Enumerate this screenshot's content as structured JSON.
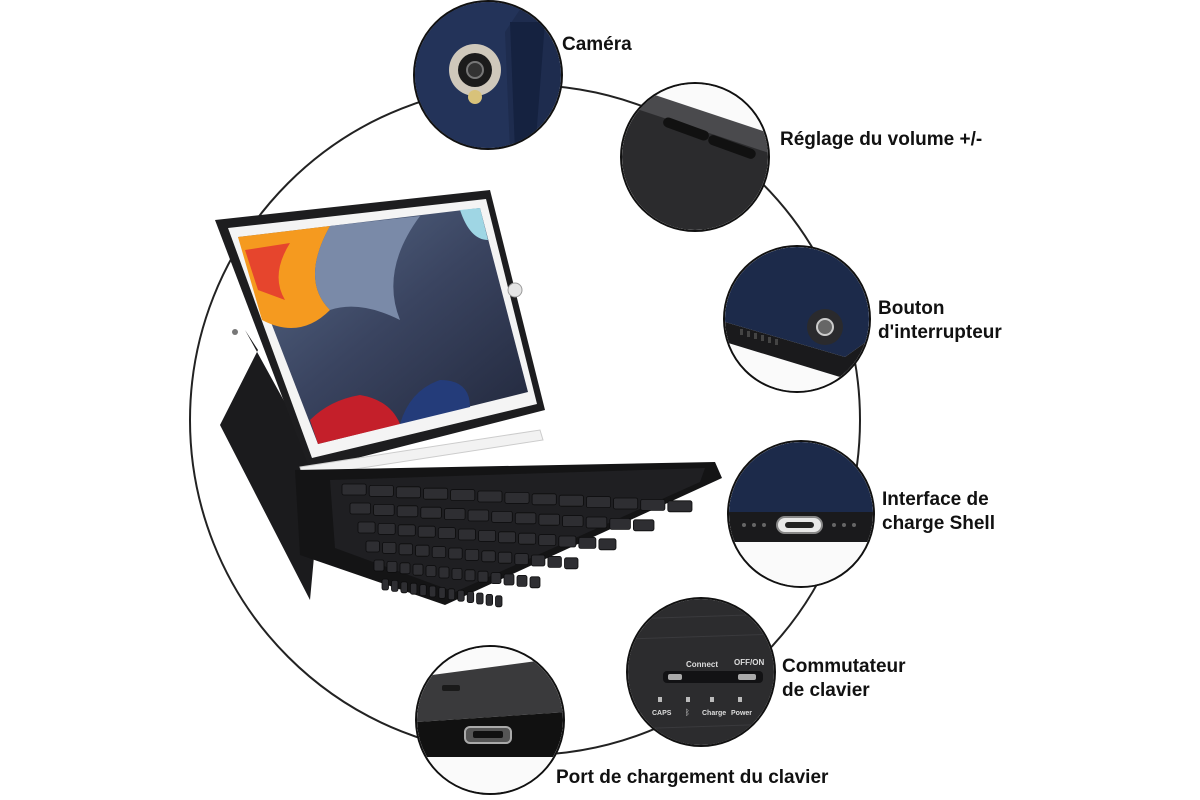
{
  "features": {
    "camera": {
      "lines": [
        "Caméra"
      ]
    },
    "volume": {
      "lines": [
        "Réglage du volume +/-"
      ]
    },
    "power": {
      "lines": [
        "Bouton",
        "d'interrupteur"
      ]
    },
    "shell_charge": {
      "lines": [
        "Interface de",
        "charge Shell"
      ]
    },
    "keyboard_switch": {
      "lines": [
        "Commutateur",
        "de clavier"
      ]
    },
    "keyboard_port": {
      "lines": [
        "Port de chargement du clavier"
      ]
    }
  },
  "switch_panel": {
    "connect": "Connect",
    "offon": "OFF/ON",
    "caps": "CAPS",
    "charge": "Charge",
    "power": "Power"
  },
  "colors": {
    "case_navy": "#1c2a4a",
    "case_black": "#1a1a1a",
    "outline": "#111111"
  }
}
